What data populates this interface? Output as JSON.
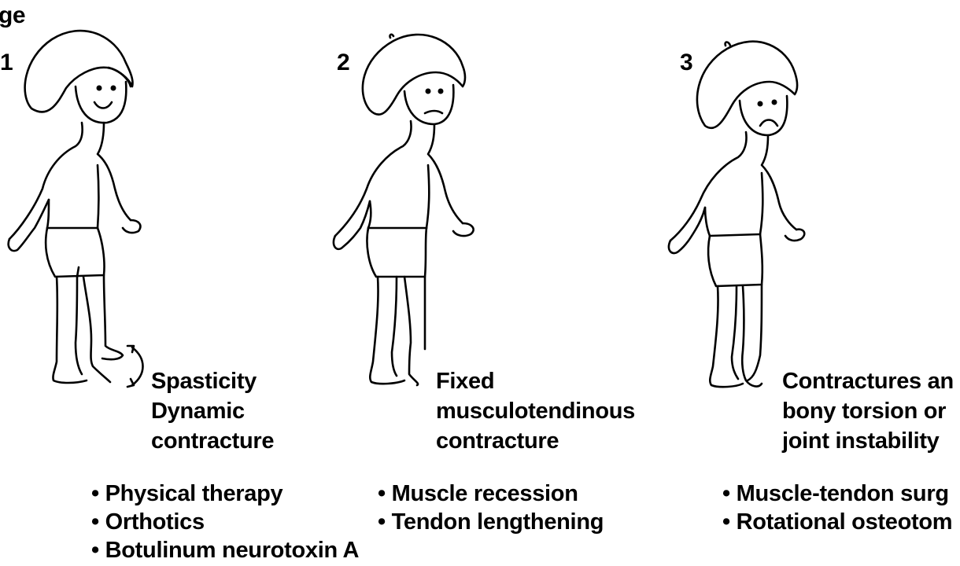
{
  "header": {
    "label": "ge"
  },
  "colors": {
    "ink": "#000000",
    "paper": "#ffffff"
  },
  "stages": [
    {
      "number": "1",
      "description": [
        "Spasticity",
        "Dynamic",
        "contracture"
      ],
      "treatments": [
        "Physical therapy",
        "Orthotics",
        "Botulinum neurotoxin A"
      ],
      "icons": [
        "child-smiling-icon",
        "curved-double-arrow-icon"
      ]
    },
    {
      "number": "2",
      "description": [
        "Fixed",
        "musculotendinous",
        "contracture"
      ],
      "treatments": [
        "Muscle recession",
        "Tendon lengthening"
      ],
      "icons": [
        "child-neutral-icon"
      ]
    },
    {
      "number": "3",
      "description": [
        "Contractures an",
        "bony torsion or",
        "joint instability"
      ],
      "treatments": [
        "Muscle-tendon surg",
        "Rotational osteotom"
      ],
      "icons": [
        "child-sad-icon"
      ]
    }
  ]
}
